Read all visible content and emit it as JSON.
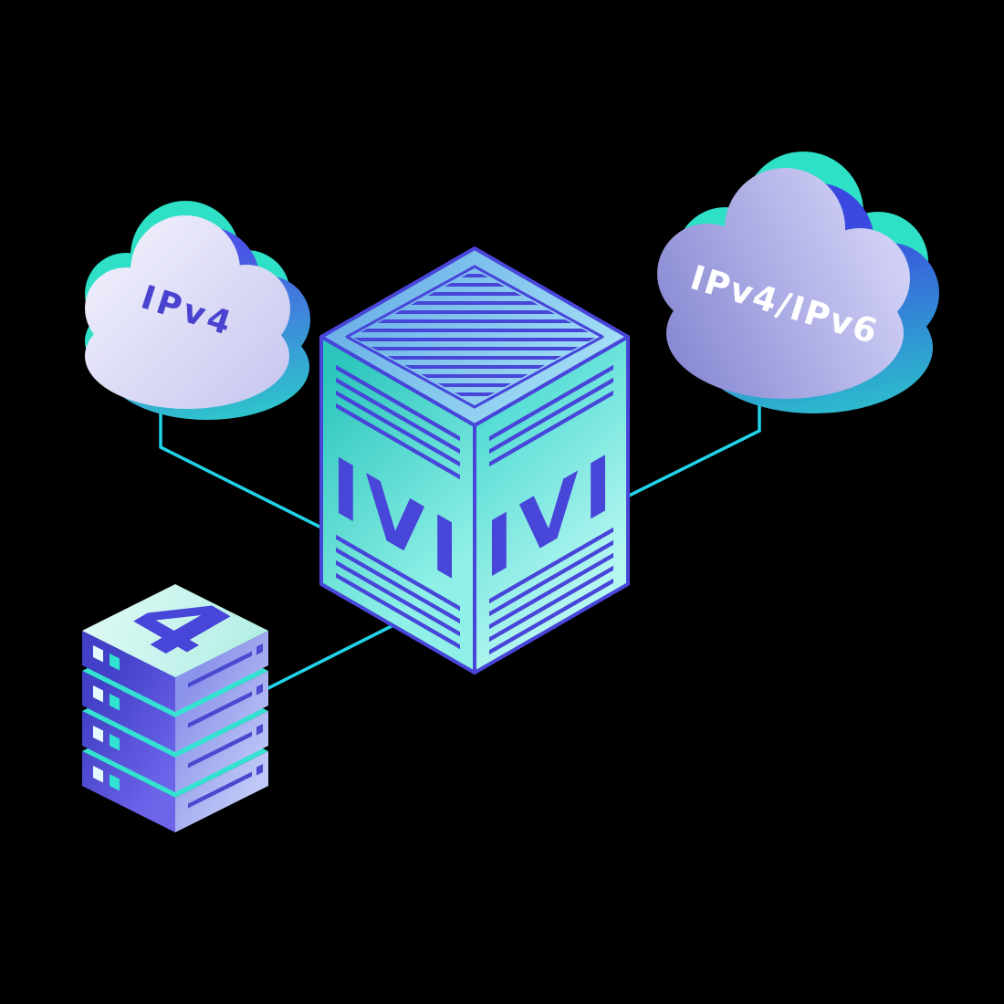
{
  "illustration": {
    "background_color": "#000000",
    "connector_color": "#22d3e8",
    "accent_teal": "#2ee0c5",
    "accent_indigo": "#4845d9",
    "left_cloud": {
      "label": "IPv4",
      "label_color": "#4a43cf",
      "body_color": "#dcdbf6"
    },
    "right_cloud": {
      "label": "IPv4/IPv6",
      "label_color": "#ffffff",
      "body_color": "#a3a3e0"
    },
    "translator_box": {
      "left_face_label": "IVI",
      "right_face_label": "IVI",
      "top_face_color": "#7fc2ee",
      "left_face_color": "#35cdc2",
      "right_face_color": "#5fe2d8"
    },
    "server_stack": {
      "top_label": "4",
      "unit_count": "4"
    }
  }
}
